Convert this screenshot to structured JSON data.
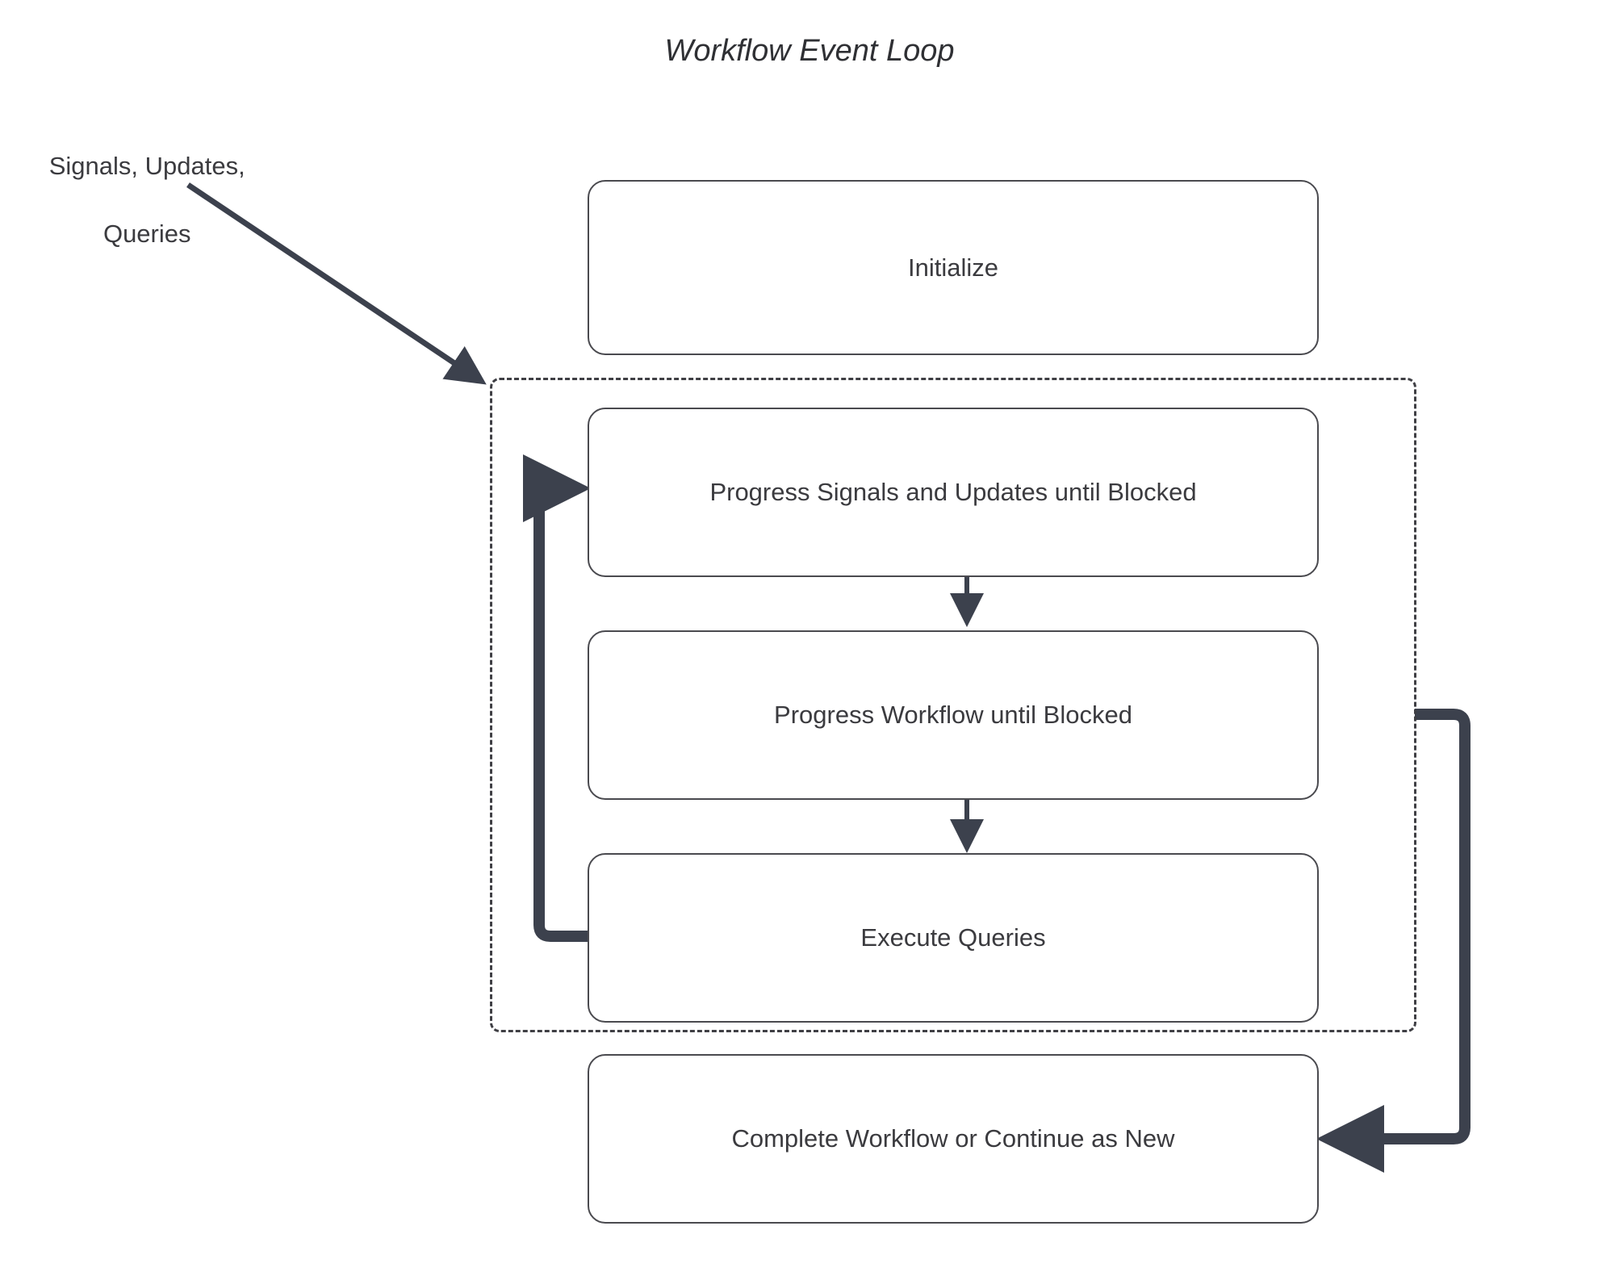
{
  "diagram": {
    "title": "Workflow Event Loop",
    "type": "flowchart",
    "background_color": "#ffffff",
    "node_border_color": "#4a4a4f",
    "node_fill_color": "#ffffff",
    "edge_color": "#3c414d",
    "text_color": "#3b3b3f",
    "dashed_group_color": "#3f3f44"
  },
  "nodes": {
    "initialize": {
      "label": "Initialize"
    },
    "progress_signals": {
      "label": "Progress Signals and Updates until Blocked"
    },
    "progress_workflow": {
      "label": "Progress Workflow until Blocked"
    },
    "execute_queries": {
      "label": "Execute Queries"
    },
    "complete_workflow": {
      "label": "Complete Workflow or Continue as New"
    }
  },
  "edges": {
    "external_input": {
      "label_line1": "Signals, Updates,",
      "label_line2": "Queries",
      "from": "external",
      "to": "event-loop-group"
    },
    "signals_to_workflow": {
      "from": "progress_signals",
      "to": "progress_workflow"
    },
    "workflow_to_queries": {
      "from": "progress_workflow",
      "to": "execute_queries"
    },
    "queries_loop_back": {
      "from": "execute_queries",
      "to": "progress_signals"
    },
    "group_to_complete": {
      "from": "event-loop-group",
      "to": "complete_workflow"
    }
  },
  "groups": {
    "event_loop": {
      "label": ""
    }
  }
}
